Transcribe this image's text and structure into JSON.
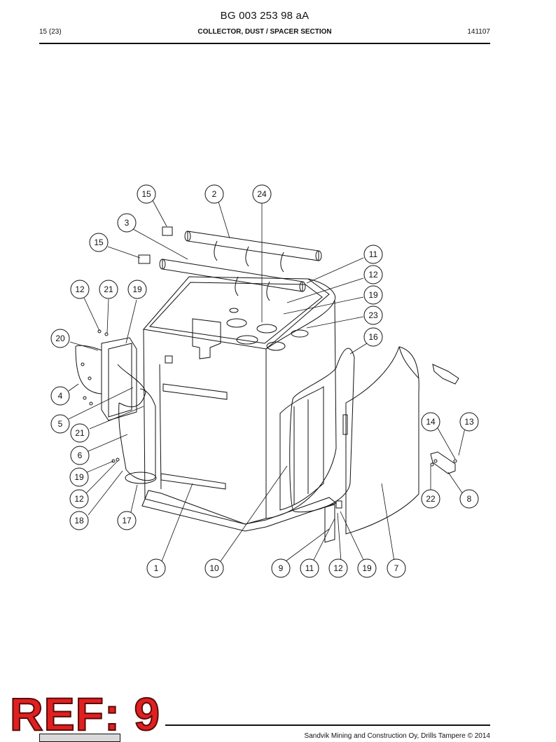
{
  "document": {
    "number": "BG 003 253 98 aA",
    "page": "15 (23)",
    "title": "COLLECTOR, DUST / SPACER SECTION",
    "date_code": "141107"
  },
  "stamp": {
    "text": "REF: 9"
  },
  "footer": {
    "copyright": "Sandvik Mining and Construction Oy, Drills Tampere © 2014"
  },
  "balloons": [
    "15",
    "2",
    "24",
    "3",
    "15",
    "11",
    "12",
    "19",
    "12",
    "21",
    "19",
    "23",
    "20",
    "16",
    "4",
    "5",
    "21",
    "6",
    "14",
    "13",
    "19",
    "12",
    "22",
    "8",
    "18",
    "17",
    "1",
    "10",
    "9",
    "11",
    "12",
    "19",
    "7"
  ],
  "colors": {
    "stamp_fill": "#e02020",
    "line": "#111111",
    "shade": "#d8d8d8"
  }
}
